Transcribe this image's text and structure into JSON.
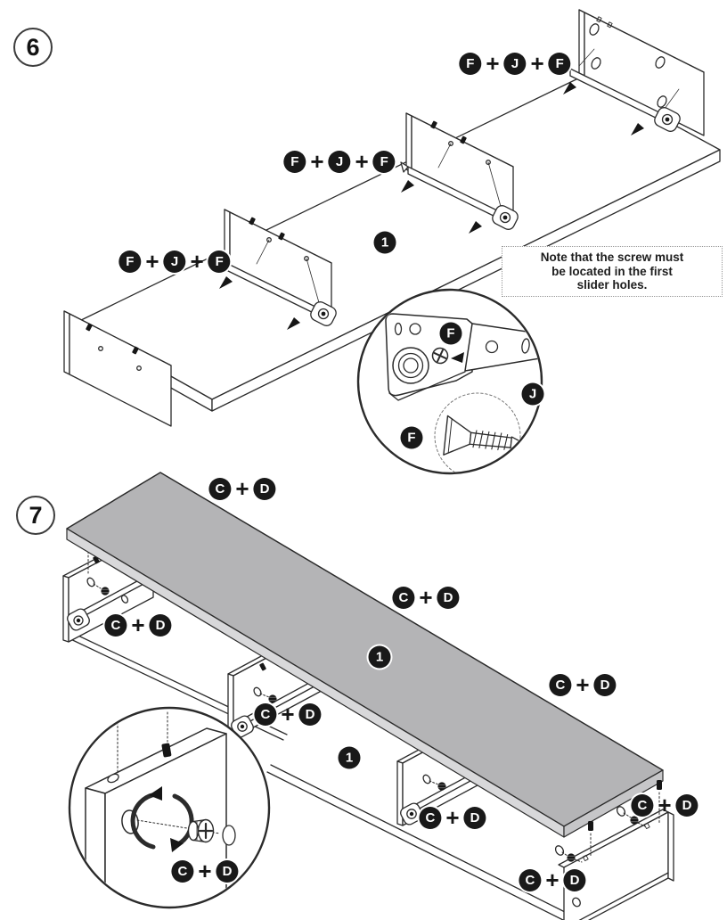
{
  "symbols": {
    "plus": "+"
  },
  "colors": {
    "badge_background": "#191919",
    "badge_text": "#ffffff",
    "line_art": "#2b2b2b",
    "top_panel_fill": "#b4b4b6",
    "top_panel_edge_fill": "#d8d8da",
    "note_border": "#979797"
  },
  "steps": {
    "step6": {
      "number": "6",
      "part_badges": [
        "1"
      ],
      "hardware_labels": [
        {
          "letters": [
            "F",
            "J",
            "F"
          ]
        },
        {
          "letters": [
            "F",
            "J",
            "F"
          ]
        },
        {
          "letters": [
            "F",
            "J",
            "F"
          ]
        }
      ],
      "note": {
        "lines": [
          "Note that the screw must",
          "be located in the first",
          "slider holes."
        ]
      },
      "magnifier": {
        "labels": [
          "F",
          "J",
          "F"
        ]
      }
    },
    "step7": {
      "number": "7",
      "part_badges": [
        "1",
        "1"
      ],
      "hardware_labels": [
        {
          "letters": [
            "C",
            "D"
          ]
        },
        {
          "letters": [
            "C",
            "D"
          ]
        },
        {
          "letters": [
            "C",
            "D"
          ]
        },
        {
          "letters": [
            "C",
            "D"
          ]
        },
        {
          "letters": [
            "C",
            "D"
          ]
        },
        {
          "letters": [
            "C",
            "D"
          ]
        },
        {
          "letters": [
            "C",
            "D"
          ]
        },
        {
          "letters": [
            "C",
            "D"
          ]
        }
      ],
      "magnifier": {
        "labels": [
          "C",
          "D"
        ]
      }
    }
  }
}
